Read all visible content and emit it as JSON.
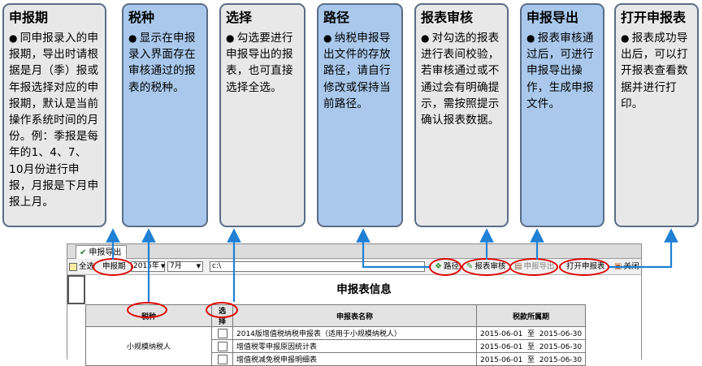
{
  "callouts": [
    {
      "title": "申报期",
      "body": "同申报录入的申报期，导出时请根据是月（季）报或年报选择对应的申报期，默认是当前操作系统时间的月份。例：季报是每年的1、4、7、10月份进行申报，月报是下月申报上月。",
      "style": "gray"
    },
    {
      "title": "税种",
      "body": "显示在申报录入界面存在审核通过的报表的税种。",
      "style": "blue"
    },
    {
      "title": "选择",
      "body": "勾选要进行申报导出的报表，也可直接选择全选。",
      "style": "gray"
    },
    {
      "title": "路径",
      "body": "纳税申报导出文件的存放路径，请自行修改或保持当前路径。",
      "style": "blue"
    },
    {
      "title": "报表审核",
      "body": "对勾选的报表进行表间校验，若审核通过或不通过会有明确提示，需按照提示确认报表数据。",
      "style": "gray"
    },
    {
      "title": "申报导出",
      "body": "报表审核通过后，可进行申报导出操作，生成申报文件。",
      "style": "blue"
    },
    {
      "title": "打开申报表",
      "body": "报表成功导出后，可以打开报表查看数据并进行打印。",
      "style": "gray"
    }
  ],
  "app": {
    "tab_label": "申报导出",
    "toolbar": {
      "select_all": "全选",
      "period_label": "申报期",
      "year_value": "2015年",
      "month_value": "7月",
      "path_value": "c:\\",
      "path_button": "路径",
      "audit_button": "报表审核",
      "export_button": "申报导出",
      "open_button": "打开申报表",
      "close_button": "关闭"
    },
    "sheet_title": "申报表信息",
    "table": {
      "headers": [
        "税种",
        "选择",
        "申报表名称",
        "税款所属期"
      ],
      "tax_type": "小规模纳税人",
      "rows": [
        {
          "name": "2014版增值税纳税申报表（适用于小规模纳税人）",
          "period": "2015-06-01  至  2015-06-30"
        },
        {
          "name": "增值税零申报原因统计表",
          "period": "2015-06-01  至  2015-06-30"
        },
        {
          "name": "增值税减免税申报明细表",
          "period": "2015-06-01  至  2015-06-30"
        }
      ]
    }
  },
  "colors": {
    "accent_blue": "#1f80d4",
    "highlight_red": "#e00000",
    "callout_blue": "#a9c8ec",
    "callout_gray": "#e8e8e8"
  }
}
